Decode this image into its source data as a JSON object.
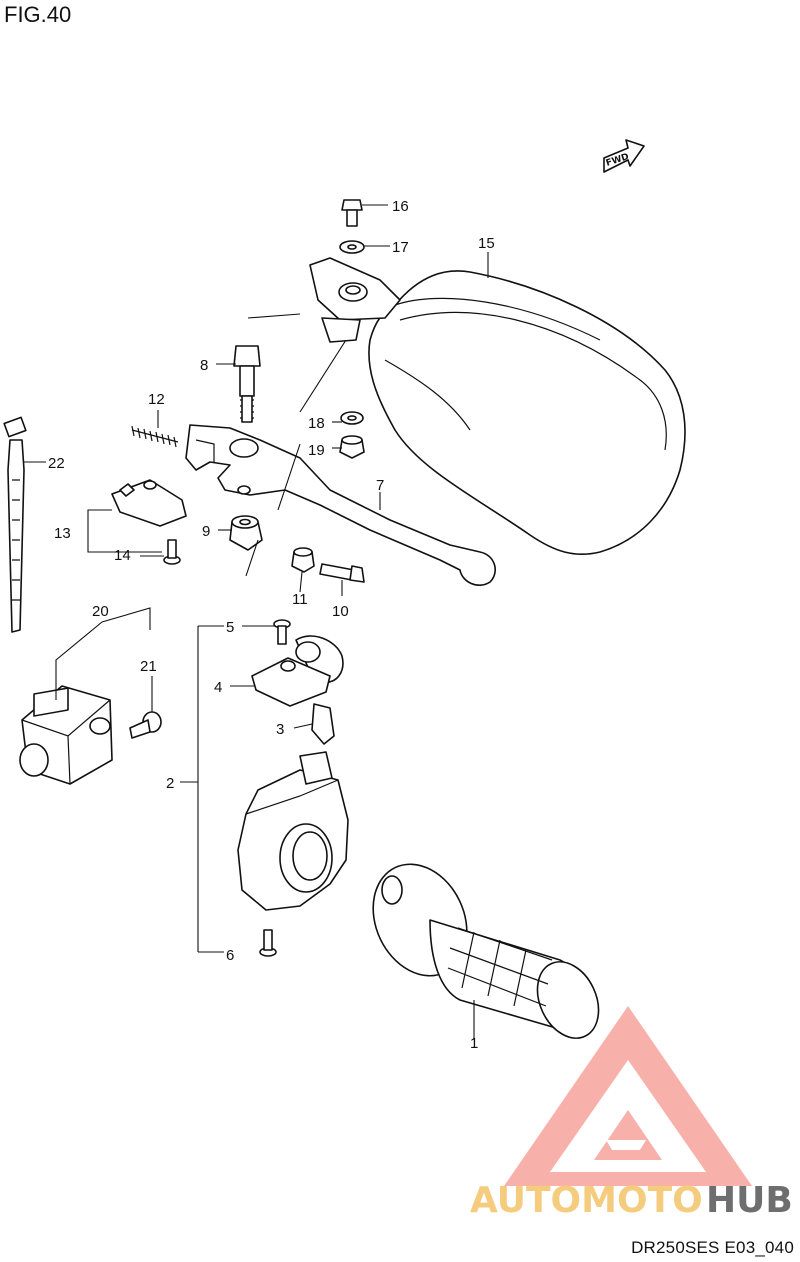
{
  "figure": {
    "title": "FIG.40",
    "code": "DR250SES E03_040",
    "fwd_label": "FWD"
  },
  "callouts": {
    "c1": "1",
    "c2": "2",
    "c3": "3",
    "c4": "4",
    "c5": "5",
    "c6": "6",
    "c7": "7",
    "c8": "8",
    "c9": "9",
    "c10": "10",
    "c11": "11",
    "c12": "12",
    "c13": "13",
    "c14": "14",
    "c15": "15",
    "c16": "16",
    "c17": "17",
    "c18": "18",
    "c19": "19",
    "c20": "20",
    "c21": "21",
    "c22": "22"
  },
  "watermark": {
    "part1": "AUTOMOTO",
    "part2": "HUB",
    "color_primary": "#f7a49c",
    "color_accent": "#f4c468",
    "color_dark": "#555555"
  }
}
